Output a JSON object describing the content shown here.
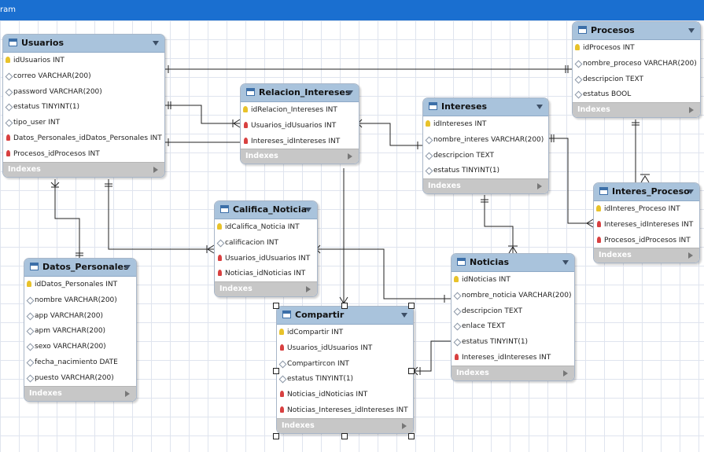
{
  "window": {
    "title": "ram"
  },
  "tables": [
    {
      "id": "usuarios",
      "name": "Usuarios",
      "columns": [
        {
          "name": "idUsuarios INT",
          "kind": "pk"
        },
        {
          "name": "correo VARCHAR(200)",
          "kind": "col"
        },
        {
          "name": "password VARCHAR(200)",
          "kind": "col"
        },
        {
          "name": "estatus TINYINT(1)",
          "kind": "col"
        },
        {
          "name": "tipo_user INT",
          "kind": "col"
        },
        {
          "name": "Datos_Personales_idDatos_Personales INT",
          "kind": "fk"
        },
        {
          "name": "Procesos_idProcesos INT",
          "kind": "fk"
        }
      ],
      "footer": "Indexes"
    },
    {
      "id": "procesos",
      "name": "Procesos",
      "columns": [
        {
          "name": "idProcesos INT",
          "kind": "pk"
        },
        {
          "name": "nombre_proceso VARCHAR(200)",
          "kind": "col"
        },
        {
          "name": "descripcion TEXT",
          "kind": "col"
        },
        {
          "name": "estatus BOOL",
          "kind": "col"
        }
      ],
      "footer": "Indexes"
    },
    {
      "id": "relacion_intereses",
      "name": "Relacion_Intereses",
      "columns": [
        {
          "name": "idRelacion_Intereses INT",
          "kind": "pk"
        },
        {
          "name": "Usuarios_idUsuarios INT",
          "kind": "fk"
        },
        {
          "name": "Intereses_idIntereses INT",
          "kind": "fk"
        }
      ],
      "footer": "Indexes"
    },
    {
      "id": "intereses",
      "name": "Intereses",
      "columns": [
        {
          "name": "idIntereses INT",
          "kind": "pk"
        },
        {
          "name": "nombre_interes VARCHAR(200)",
          "kind": "col"
        },
        {
          "name": "descripcion TEXT",
          "kind": "col"
        },
        {
          "name": "estatus TINYINT(1)",
          "kind": "col"
        }
      ],
      "footer": "Indexes"
    },
    {
      "id": "interes_proceso",
      "name": "Interes_Proceso",
      "columns": [
        {
          "name": "idInteres_Proceso INT",
          "kind": "pk"
        },
        {
          "name": "Intereses_idIntereses INT",
          "kind": "fk"
        },
        {
          "name": "Procesos_idProcesos INT",
          "kind": "fk"
        }
      ],
      "footer": "Indexes"
    },
    {
      "id": "califica_noticia",
      "name": "Califica_Noticia",
      "columns": [
        {
          "name": "idCalifica_Noticia INT",
          "kind": "pk"
        },
        {
          "name": "calificacion INT",
          "kind": "col"
        },
        {
          "name": "Usuarios_idUsuarios INT",
          "kind": "fk"
        },
        {
          "name": "Noticias_idNoticias INT",
          "kind": "fk"
        }
      ],
      "footer": "Indexes"
    },
    {
      "id": "datos_personales",
      "name": "Datos_Personales",
      "columns": [
        {
          "name": "idDatos_Personales INT",
          "kind": "pk"
        },
        {
          "name": "nombre VARCHAR(200)",
          "kind": "col"
        },
        {
          "name": "app VARCHAR(200)",
          "kind": "col"
        },
        {
          "name": "apm VARCHAR(200)",
          "kind": "col"
        },
        {
          "name": "sexo VARCHAR(200)",
          "kind": "col"
        },
        {
          "name": "fecha_nacimiento DATE",
          "kind": "col"
        },
        {
          "name": "puesto VARCHAR(200)",
          "kind": "col"
        }
      ],
      "footer": "Indexes"
    },
    {
      "id": "noticias",
      "name": "Noticias",
      "columns": [
        {
          "name": "idNoticias INT",
          "kind": "pk"
        },
        {
          "name": "nombre_noticia VARCHAR(200)",
          "kind": "col"
        },
        {
          "name": "descripcion TEXT",
          "kind": "col"
        },
        {
          "name": "enlace TEXT",
          "kind": "col"
        },
        {
          "name": "estatus TINYINT(1)",
          "kind": "col"
        },
        {
          "name": "Intereses_idIntereses INT",
          "kind": "fk"
        }
      ],
      "footer": "Indexes"
    },
    {
      "id": "compartir",
      "name": "Compartir",
      "columns": [
        {
          "name": "idCompartir INT",
          "kind": "pk"
        },
        {
          "name": "Usuarios_idUsuarios INT",
          "kind": "fk"
        },
        {
          "name": "Compartircon INT",
          "kind": "col"
        },
        {
          "name": "estatus TINYINT(1)",
          "kind": "col"
        },
        {
          "name": "Noticias_idNoticias INT",
          "kind": "fk"
        },
        {
          "name": "Noticias_Intereses_idIntereses INT",
          "kind": "fk"
        }
      ],
      "footer": "Indexes"
    }
  ]
}
